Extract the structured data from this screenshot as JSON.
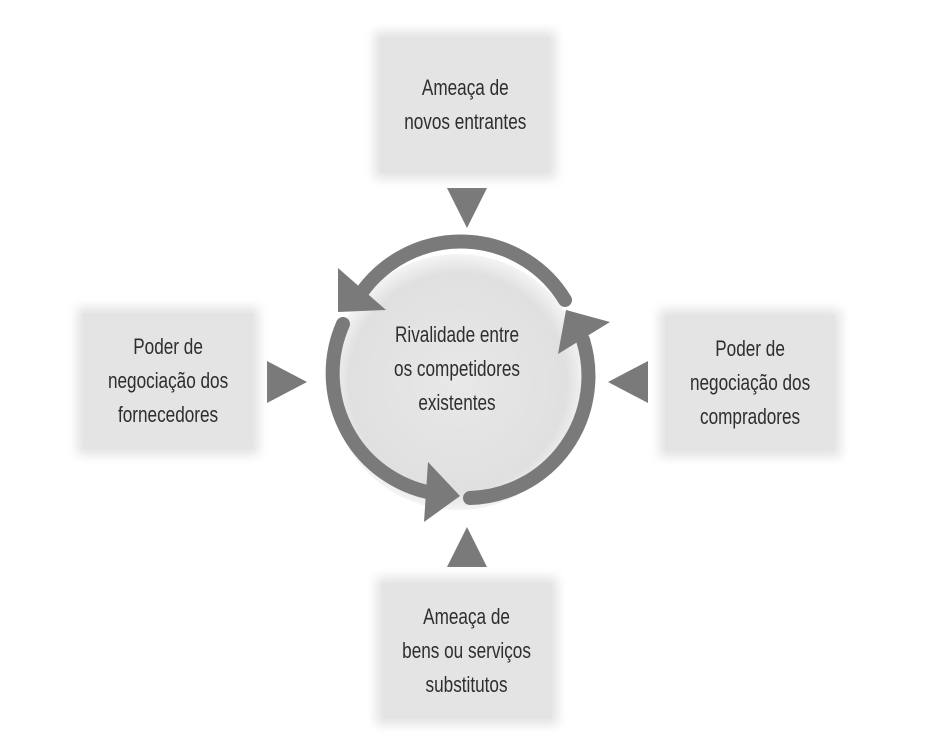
{
  "center": {
    "lines": [
      "Rivalidade entre",
      "os competidores",
      "existentes"
    ]
  },
  "top": {
    "lines": [
      "Ameaça de",
      "novos entrantes"
    ]
  },
  "left": {
    "lines": [
      "Poder de",
      "negociação dos",
      "fornecedores"
    ]
  },
  "right": {
    "lines": [
      "Poder de",
      "negociação dos",
      "compradores"
    ]
  },
  "bottom": {
    "lines": [
      "Ameaça de",
      "bens ou serviços",
      "substitutos"
    ]
  },
  "colors": {
    "arrow": "#7a7a7a",
    "box": "#e4e4e4",
    "circle": "#e2e2e2",
    "text": "#2e2e2e"
  }
}
